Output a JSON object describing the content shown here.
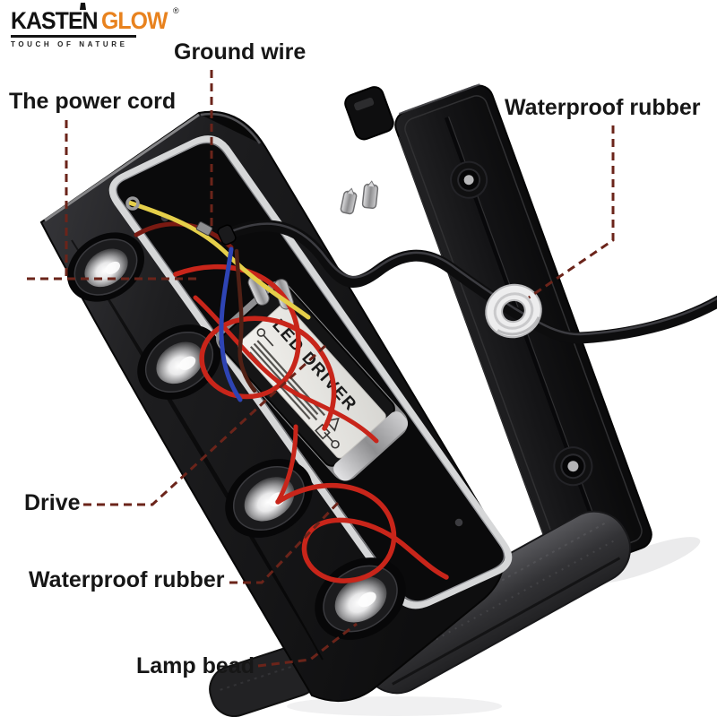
{
  "logo": {
    "brand_black": "KASTEN",
    "brand_orange": "GLOW",
    "registered": "®",
    "tagline": "TOUCH OF NATURE"
  },
  "labels": {
    "ground_wire": "Ground wire",
    "power_cord": "The power cord",
    "waterproof_rubber_top": "Waterproof rubber",
    "drive": "Drive",
    "waterproof_rubber_bottom": "Waterproof rubber",
    "lamp_bead": "Lamp bead"
  },
  "product": {
    "driver_label": "LED DRIVER"
  },
  "colors": {
    "callout_line": "#6b241a",
    "brand_orange": "#e8821e",
    "wire_red": "#c8251a",
    "wire_yellow": "#e5cf4a",
    "wire_blue": "#2e44b4",
    "gasket": "#d6d7d8"
  }
}
